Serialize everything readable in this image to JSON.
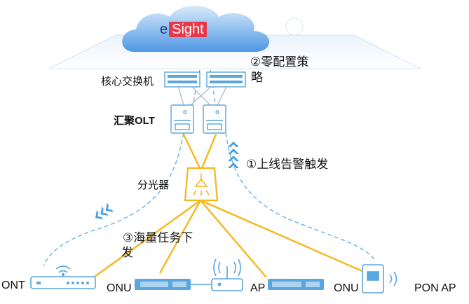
{
  "brand": {
    "prefix": "e",
    "highlight": "Sight",
    "highlight_color": "#e8374b"
  },
  "labels": {
    "core_switch": "核心交换机",
    "aggregation_olt": "汇聚OLT",
    "splitter": "分光器",
    "step2_line1": "②零配置策",
    "step2_line2": "略",
    "step1": "①上线告警触发",
    "step3_line1": "③海量任务下",
    "step3_line2": "发",
    "ont": "ONT",
    "onu_left": "ONU",
    "ap_left": "AP",
    "onu_right": "ONU",
    "pon_ap": "PON AP"
  },
  "colors": {
    "accent_line": "#f5b81c",
    "dashed_line": "#5aaee0",
    "device_stroke": "#5aa6de",
    "cloud": "#5fa4e6"
  },
  "icons": [
    "cloud-icon",
    "core-switch-icon",
    "olt-icon",
    "splitter-icon",
    "ont-router-icon",
    "switch-icon",
    "access-point-icon",
    "pon-ap-icon",
    "chevron-arrows-icon"
  ]
}
